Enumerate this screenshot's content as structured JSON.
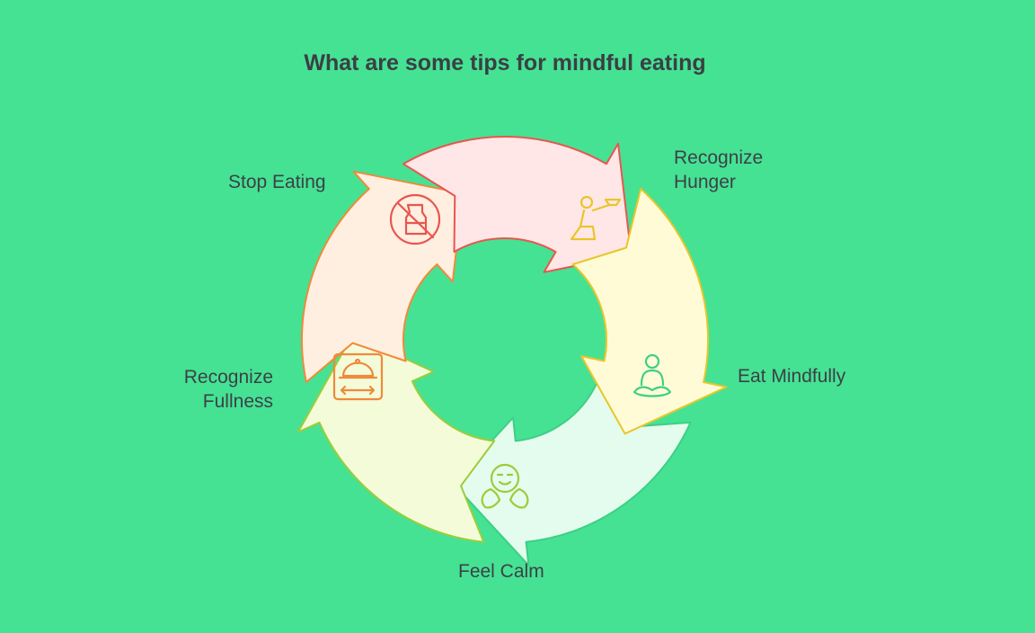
{
  "title": "What are some tips for mindful eating",
  "steps": [
    {
      "label": "Recognize\nHunger",
      "icon": "kneeling-offering-icon",
      "fill": "#fffbd6",
      "stroke": "#e8c62a"
    },
    {
      "label": "Eat Mindfully",
      "icon": "meditation-icon",
      "fill": "#e4fcee",
      "stroke": "#3ecf85"
    },
    {
      "label": "Feel Calm",
      "icon": "calm-face-icon",
      "fill": "#f3fbd9",
      "stroke": "#9ccc3a"
    },
    {
      "label": "Recognize\nFullness",
      "icon": "covered-dish-icon",
      "fill": "#ffefe0",
      "stroke": "#ef8a3a"
    },
    {
      "label": "Stop Eating",
      "icon": "no-food-icon",
      "fill": "#ffe7e7",
      "stroke": "#e8564f"
    }
  ],
  "colors": {
    "background": "#45e294",
    "text": "#3d4046"
  }
}
